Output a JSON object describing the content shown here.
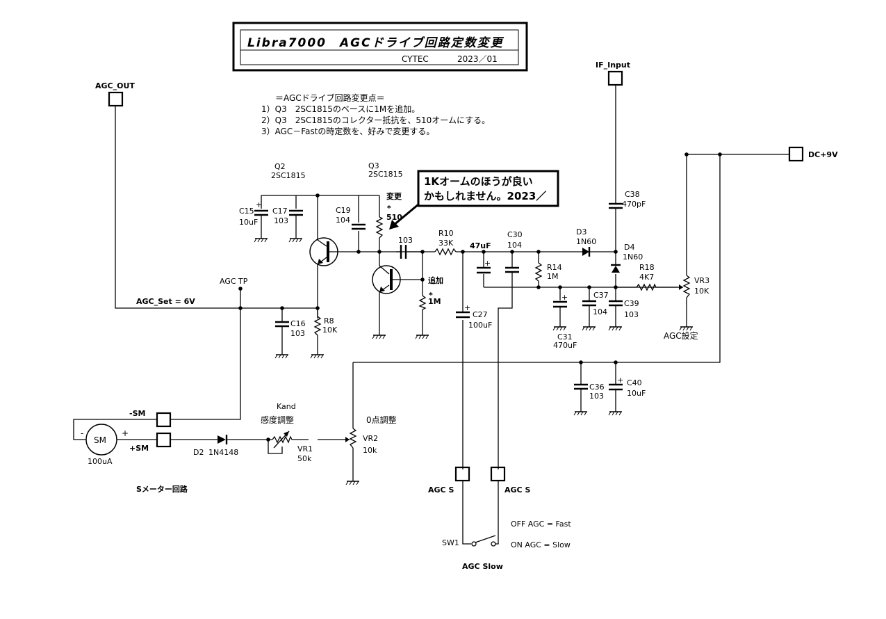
{
  "title": {
    "main": "Libra7000　AGCドライブ回路定数変更",
    "author": "CYTEC",
    "date": "2023／01"
  },
  "notes": [
    "＝AGCドライブ回路変更点＝",
    "1）Q3　2SC1815のベースに1Mを追加。",
    "2）Q3　2SC1815のコレクター抵抗を、510オームにする。",
    "3）AGC－Fastの時定数を、好みで変更する。"
  ],
  "callout": [
    "1Kオームのほうが良い",
    "かもしれません。2023／"
  ],
  "terminals": {
    "agc_out": "AGC_OUT",
    "if_input": "IF_Input",
    "dc9v": "DC+9V",
    "minus_sm": "-SM",
    "plus_sm": "+SM",
    "agc_s1": "AGC S",
    "agc_s2": "AGC S"
  },
  "labels": {
    "q2_name": "Q2",
    "q2_part": "2SC1815",
    "q3_name": "Q3",
    "q3_part": "2SC1815",
    "c15": "C15",
    "c15_val": "10uF",
    "c17": "C17",
    "c17_val": "103",
    "c19": "C19",
    "c19_val": "104",
    "henkou": "変更",
    "r510": "510",
    "star1": "*",
    "c_103": "103",
    "r10": "R10",
    "r10_val": "33K",
    "c47": "47uF",
    "c30": "C30",
    "c30_val": "104",
    "d3": "D3",
    "d3_val": "1N60",
    "d4": "D4",
    "d4_val": "1N60",
    "c38": "C38",
    "c38_val": "470pF",
    "r14": "R14",
    "r14_val": "1M",
    "r18": "R18",
    "r18_val": "4K7",
    "vr3": "VR3",
    "vr3_val": "10K",
    "tsuika": "追加",
    "star2": "*",
    "r1m": "1M",
    "agc_tp": "AGC TP",
    "agc_set": "AGC_Set = 6V",
    "c16": "C16",
    "c16_val": "103",
    "r8": "R8",
    "r8_val": "10K",
    "c27": "C27",
    "c27_val": "100uF",
    "c37": "C37",
    "c37_val": "104",
    "c39": "C39",
    "c39_val": "103",
    "c31": "C31",
    "c31_val": "470uF",
    "agc_settei": "AGC設定",
    "c36": "C36",
    "c36_val": "103",
    "c40": "C40",
    "c40_val": "10uF",
    "kand": "Kand",
    "kando": "感度調整",
    "zero": "0点調整",
    "vr2": "VR2",
    "vr2_val": "10k",
    "vr1": "VR1",
    "vr1_val": "50k",
    "d2": "D2",
    "d2_val": "1N4148",
    "sm": "SM",
    "sm_val": "100uA",
    "sm_minus": "-",
    "sm_plus": "+",
    "smeter": "Sメーター回路",
    "sw1": "SW1",
    "off_agc": "OFF AGC = Fast",
    "on_agc": "ON AGC = Slow",
    "agc_slow": "AGC Slow"
  }
}
